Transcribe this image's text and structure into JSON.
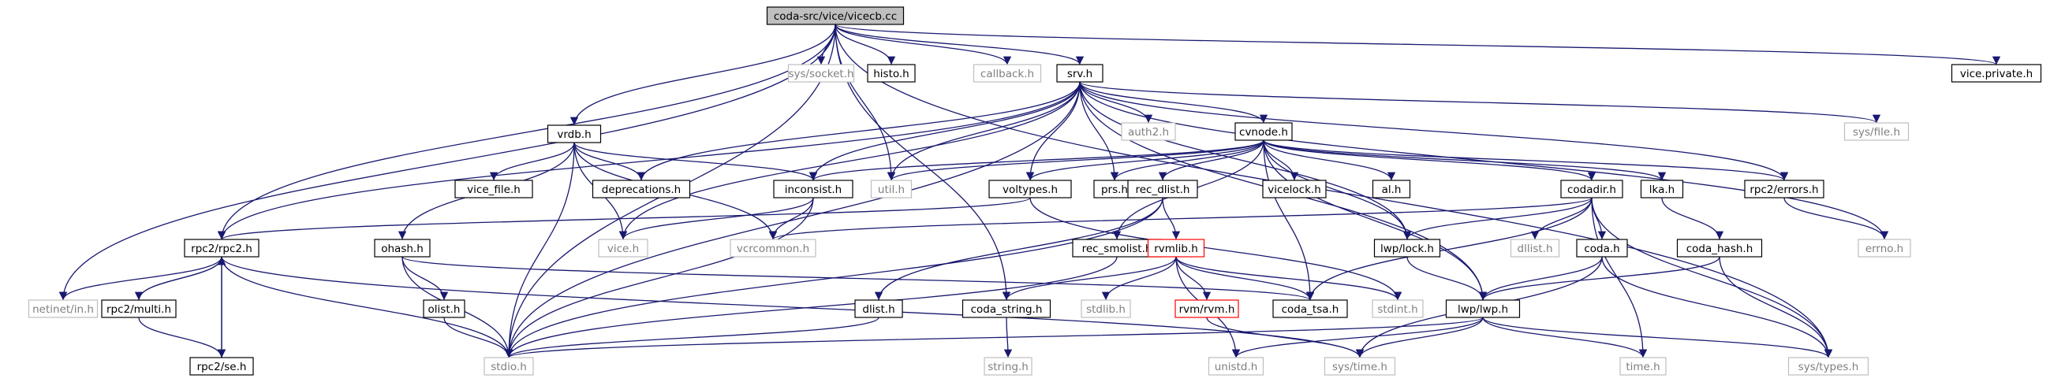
{
  "diagram": {
    "type": "include-dependency-graph",
    "colors": {
      "edge": "#191970",
      "node_default_border": "#000000",
      "node_default_fill": "#ffffff",
      "node_root_fill": "#bfbfbf",
      "node_root_border": "#000000",
      "node_external_border": "#bfbfbf",
      "node_external_text": "#7f7f7f",
      "node_missing_border": "#ff0000"
    },
    "nodes": [
      {
        "id": "vicecb",
        "label": "coda-src/vice/vicecb.cc",
        "kind": "root"
      },
      {
        "id": "netinet_in",
        "label": "netinet/in.h",
        "kind": "external"
      },
      {
        "id": "rpc2",
        "label": "rpc2/rpc2.h",
        "kind": "normal"
      },
      {
        "id": "stdio",
        "label": "stdio.h",
        "kind": "external"
      },
      {
        "id": "vrdb",
        "label": "vrdb.h",
        "kind": "normal"
      },
      {
        "id": "sys_socket",
        "label": "sys/socket.h",
        "kind": "external"
      },
      {
        "id": "histo",
        "label": "histo.h",
        "kind": "normal"
      },
      {
        "id": "callback",
        "label": "callback.h",
        "kind": "external"
      },
      {
        "id": "srv",
        "label": "srv.h",
        "kind": "normal"
      },
      {
        "id": "util",
        "label": "util.h",
        "kind": "external"
      },
      {
        "id": "coda_string",
        "label": "coda_string.h",
        "kind": "normal"
      },
      {
        "id": "vice_private",
        "label": "vice.private.h",
        "kind": "normal"
      },
      {
        "id": "sys_types",
        "label": "sys/types.h",
        "kind": "external"
      },
      {
        "id": "auth2",
        "label": "auth2.h",
        "kind": "external"
      },
      {
        "id": "cvnode",
        "label": "cvnode.h",
        "kind": "normal"
      },
      {
        "id": "sys_file",
        "label": "sys/file.h",
        "kind": "external"
      },
      {
        "id": "deprecations",
        "label": "deprecations.h",
        "kind": "normal"
      },
      {
        "id": "vice_file",
        "label": "vice_file.h",
        "kind": "normal"
      },
      {
        "id": "ohash",
        "label": "ohash.h",
        "kind": "normal"
      },
      {
        "id": "inconsist",
        "label": "inconsist.h",
        "kind": "normal"
      },
      {
        "id": "voltypes",
        "label": "voltypes.h",
        "kind": "normal"
      },
      {
        "id": "prs",
        "label": "prs.h",
        "kind": "normal"
      },
      {
        "id": "rec_dlist",
        "label": "rec_dlist.h",
        "kind": "normal"
      },
      {
        "id": "vicelock",
        "label": "vicelock.h",
        "kind": "normal"
      },
      {
        "id": "al",
        "label": "al.h",
        "kind": "normal"
      },
      {
        "id": "codadir",
        "label": "codadir.h",
        "kind": "normal"
      },
      {
        "id": "lka",
        "label": "lka.h",
        "kind": "normal"
      },
      {
        "id": "rpc2_errors",
        "label": "rpc2/errors.h",
        "kind": "normal"
      },
      {
        "id": "errno",
        "label": "errno.h",
        "kind": "external"
      },
      {
        "id": "vice",
        "label": "vice.h",
        "kind": "external"
      },
      {
        "id": "vcrcommon",
        "label": "vcrcommon.h",
        "kind": "external"
      },
      {
        "id": "rpc2_multi",
        "label": "rpc2/multi.h",
        "kind": "normal"
      },
      {
        "id": "rpc2_se",
        "label": "rpc2/se.h",
        "kind": "normal"
      },
      {
        "id": "olist",
        "label": "olist.h",
        "kind": "normal"
      },
      {
        "id": "rec_smolist",
        "label": "rec_smolist.h",
        "kind": "normal"
      },
      {
        "id": "rvmlib",
        "label": "rvmlib.h",
        "kind": "missing"
      },
      {
        "id": "lwp_lock",
        "label": "lwp/lock.h",
        "kind": "normal"
      },
      {
        "id": "dllist",
        "label": "dllist.h",
        "kind": "external"
      },
      {
        "id": "coda_h",
        "label": "coda.h",
        "kind": "normal"
      },
      {
        "id": "coda_hash",
        "label": "coda_hash.h",
        "kind": "normal"
      },
      {
        "id": "dlist",
        "label": "dlist.h",
        "kind": "normal"
      },
      {
        "id": "stdlib",
        "label": "stdlib.h",
        "kind": "external"
      },
      {
        "id": "rvm_rvm",
        "label": "rvm/rvm.h",
        "kind": "missing"
      },
      {
        "id": "coda_tsa",
        "label": "coda_tsa.h",
        "kind": "normal"
      },
      {
        "id": "stdint",
        "label": "stdint.h",
        "kind": "external"
      },
      {
        "id": "lwp_lwp",
        "label": "lwp/lwp.h",
        "kind": "normal"
      },
      {
        "id": "string",
        "label": "string.h",
        "kind": "external"
      },
      {
        "id": "unistd",
        "label": "unistd.h",
        "kind": "external"
      },
      {
        "id": "sys_time",
        "label": "sys/time.h",
        "kind": "external"
      },
      {
        "id": "time",
        "label": "time.h",
        "kind": "external"
      }
    ],
    "edges": [
      [
        "vicecb",
        "netinet_in"
      ],
      [
        "vicecb",
        "rpc2"
      ],
      [
        "vicecb",
        "stdio"
      ],
      [
        "vicecb",
        "vrdb"
      ],
      [
        "vicecb",
        "sys_socket"
      ],
      [
        "vicecb",
        "histo"
      ],
      [
        "vicecb",
        "callback"
      ],
      [
        "vicecb",
        "srv"
      ],
      [
        "vicecb",
        "util"
      ],
      [
        "vicecb",
        "coda_string"
      ],
      [
        "vicecb",
        "vice_private"
      ],
      [
        "vicecb",
        "sys_types"
      ],
      [
        "srv",
        "rpc2"
      ],
      [
        "srv",
        "stdio"
      ],
      [
        "srv",
        "util"
      ],
      [
        "srv",
        "auth2"
      ],
      [
        "srv",
        "cvnode"
      ],
      [
        "srv",
        "sys_file"
      ],
      [
        "srv",
        "deprecations"
      ],
      [
        "srv",
        "inconsist"
      ],
      [
        "srv",
        "voltypes"
      ],
      [
        "srv",
        "prs"
      ],
      [
        "srv",
        "vice"
      ],
      [
        "srv",
        "lwp_lock"
      ],
      [
        "srv",
        "lwp_lwp"
      ],
      [
        "srv",
        "rpc2_errors"
      ],
      [
        "srv",
        "errno"
      ],
      [
        "vrdb",
        "deprecations"
      ],
      [
        "vrdb",
        "vice_file"
      ],
      [
        "vrdb",
        "ohash"
      ],
      [
        "vrdb",
        "inconsist"
      ],
      [
        "vrdb",
        "vice"
      ],
      [
        "vrdb",
        "vcrcommon"
      ],
      [
        "vrdb",
        "stdio"
      ],
      [
        "cvnode",
        "inconsist"
      ],
      [
        "cvnode",
        "util"
      ],
      [
        "cvnode",
        "voltypes"
      ],
      [
        "cvnode",
        "prs"
      ],
      [
        "cvnode",
        "rec_dlist"
      ],
      [
        "cvnode",
        "vicelock"
      ],
      [
        "cvnode",
        "al"
      ],
      [
        "cvnode",
        "codadir"
      ],
      [
        "cvnode",
        "lka"
      ],
      [
        "cvnode",
        "rpc2_errors"
      ],
      [
        "cvnode",
        "rec_smolist"
      ],
      [
        "cvnode",
        "lwp_lock"
      ],
      [
        "cvnode",
        "coda_tsa"
      ],
      [
        "cvnode",
        "lwp_lwp"
      ],
      [
        "inconsist",
        "vice"
      ],
      [
        "inconsist",
        "vcrcommon"
      ],
      [
        "inconsist",
        "stdio"
      ],
      [
        "voltypes",
        "rpc2"
      ],
      [
        "voltypes",
        "stdint"
      ],
      [
        "rec_dlist",
        "rvmlib"
      ],
      [
        "rec_dlist",
        "dlist"
      ],
      [
        "rec_dlist",
        "stdio"
      ],
      [
        "codadir",
        "vcrcommon"
      ],
      [
        "codadir",
        "lwp_lock"
      ],
      [
        "codadir",
        "dllist"
      ],
      [
        "codadir",
        "coda_h"
      ],
      [
        "codadir",
        "time"
      ],
      [
        "codadir",
        "coda_tsa"
      ],
      [
        "codadir",
        "sys_types"
      ],
      [
        "lka",
        "coda_hash"
      ],
      [
        "rpc2_errors",
        "errno"
      ],
      [
        "rpc2",
        "netinet_in"
      ],
      [
        "rpc2",
        "rpc2_multi"
      ],
      [
        "rpc2",
        "rpc2_se"
      ],
      [
        "rpc2",
        "stdio"
      ],
      [
        "rpc2",
        "sys_time"
      ],
      [
        "rpc2_multi",
        "rpc2"
      ],
      [
        "rpc2_multi",
        "rpc2_se"
      ],
      [
        "rpc2_se",
        "rpc2"
      ],
      [
        "ohash",
        "olist"
      ],
      [
        "ohash",
        "stdio"
      ],
      [
        "ohash",
        "coda_tsa"
      ],
      [
        "olist",
        "stdio"
      ],
      [
        "rec_smolist",
        "stdio"
      ],
      [
        "rvmlib",
        "stdlib"
      ],
      [
        "rvmlib",
        "rvm_rvm"
      ],
      [
        "rvmlib",
        "coda_tsa"
      ],
      [
        "rvmlib",
        "stdint"
      ],
      [
        "rvmlib",
        "unistd"
      ],
      [
        "rvmlib",
        "coda_string"
      ],
      [
        "lwp_lock",
        "lwp_lwp"
      ],
      [
        "coda_h",
        "lwp_lwp"
      ],
      [
        "coda_h",
        "sys_time"
      ],
      [
        "coda_h",
        "sys_types"
      ],
      [
        "coda_hash",
        "lwp_lwp"
      ],
      [
        "coda_hash",
        "sys_types"
      ],
      [
        "dlist",
        "stdio"
      ],
      [
        "rvm_rvm",
        "sys_time"
      ],
      [
        "coda_string",
        "string"
      ],
      [
        "lwp_lwp",
        "stdio"
      ],
      [
        "lwp_lwp",
        "unistd"
      ],
      [
        "lwp_lwp",
        "sys_time"
      ],
      [
        "lwp_lwp",
        "time"
      ],
      [
        "lwp_lwp",
        "sys_types"
      ]
    ]
  }
}
